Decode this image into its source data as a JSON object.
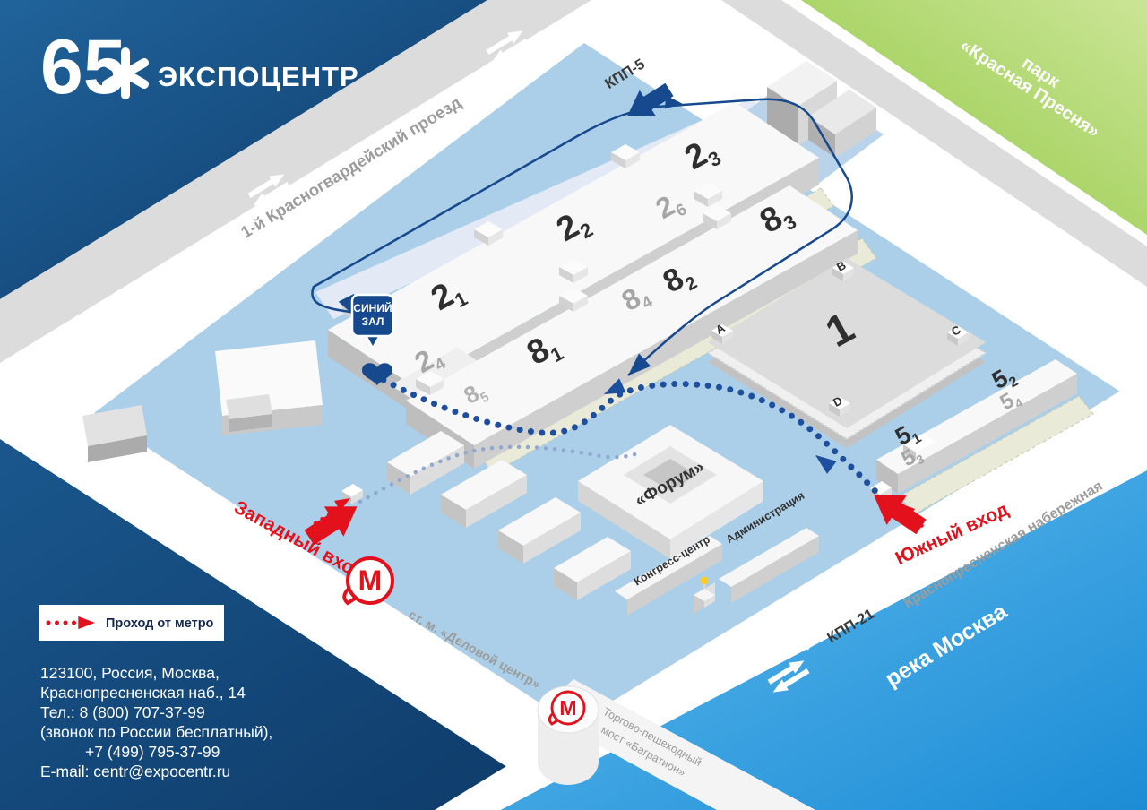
{
  "logo": {
    "years": "65",
    "name": "ЭКСПОЦЕНТР"
  },
  "park": {
    "line1": "парк",
    "line2": "«Красная Пресня»"
  },
  "streets": {
    "north_road": "1-й Красногвардейский проезд",
    "embankment": "Краснопресненская набережная",
    "river": "река Москва"
  },
  "bridge": {
    "line1": "Торгово-пешеходный",
    "line2": "мост «Багратион»"
  },
  "checkpoints": {
    "north": "КПП-5",
    "south": "КПП-21"
  },
  "entrances": {
    "west": "Западный вход",
    "south": "Южный вход"
  },
  "metro": {
    "station_label": "ст. м. «Деловой центр»",
    "logo_letter": "М"
  },
  "legend": {
    "metro_path": "Проход от метро"
  },
  "blue_hall": {
    "line1": "СИНИЙ",
    "line2": "ЗАЛ"
  },
  "venues": {
    "forum": "«Форум»",
    "congress_center": "Конгресс-центр",
    "administration": "Администрация"
  },
  "pavilions": {
    "p2_1": {
      "n": "2",
      "s": "1"
    },
    "p2_2": {
      "n": "2",
      "s": "2"
    },
    "p2_3": {
      "n": "2",
      "s": "3"
    },
    "p2_4": {
      "n": "2",
      "s": "4"
    },
    "p2_6": {
      "n": "2",
      "s": "6"
    },
    "p8_1": {
      "n": "8",
      "s": "1"
    },
    "p8_2": {
      "n": "8",
      "s": "2"
    },
    "p8_3": {
      "n": "8",
      "s": "3"
    },
    "p8_4": {
      "n": "8",
      "s": "4"
    },
    "p8_5": {
      "n": "8",
      "s": "5"
    },
    "p1": {
      "n": "1",
      "s": ""
    },
    "p5_1": {
      "n": "5",
      "s": "1"
    },
    "p5_2": {
      "n": "5",
      "s": "2"
    },
    "p5_3": {
      "n": "5",
      "s": "3"
    },
    "p5_4": {
      "n": "5",
      "s": "4"
    }
  },
  "kiosks": {
    "a": "A",
    "b": "B",
    "c": "C",
    "d": "D"
  },
  "contact": {
    "lines": [
      "123100, Россия, Москва,",
      "Краснопресненская наб., 14",
      "Тел.:  8 (800) 707-37-99",
      "(звонок по России бесплатный),",
      "+7 (499) 795-37-99",
      "E-mail: centr@expocentr.ru"
    ]
  },
  "colors": {
    "navy": "#14477D",
    "route_blue": "#17498F",
    "red": "#E3111B",
    "green": "#8DC63F",
    "territory": "#ABCFE8",
    "river": "#1C8CD6"
  }
}
